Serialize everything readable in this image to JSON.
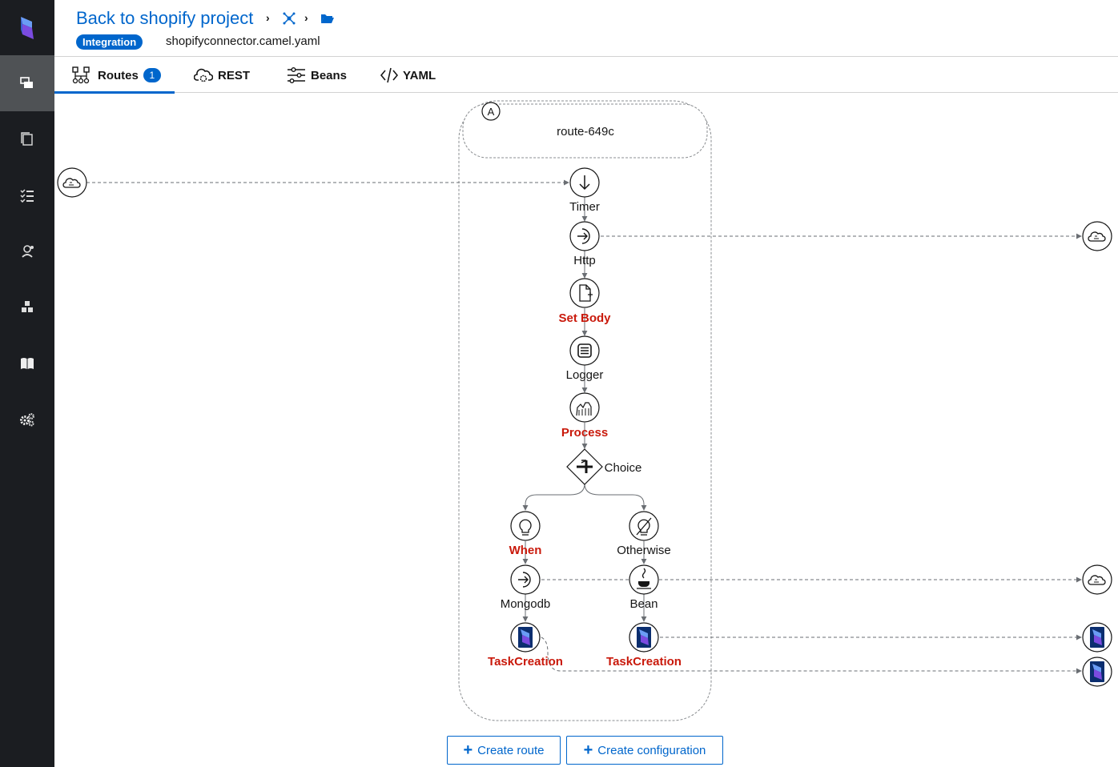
{
  "header": {
    "back_link": "Back to shopify project",
    "badge": "Integration",
    "file_name": "shopifyconnector.camel.yaml"
  },
  "tabs": [
    {
      "label": "Routes",
      "count": "1",
      "icon": "routes-icon",
      "active": true
    },
    {
      "label": "REST",
      "icon": "cloud-rest-icon",
      "active": false
    },
    {
      "label": "Beans",
      "icon": "beans-icon",
      "active": false
    },
    {
      "label": "YAML",
      "icon": "code-icon",
      "active": false
    }
  ],
  "sidebar": {
    "items": [
      {
        "icon": "integrations-icon",
        "active": true
      },
      {
        "icon": "copy-icon",
        "active": false
      },
      {
        "icon": "tasks-list-icon",
        "active": false
      },
      {
        "icon": "knowledge-icon",
        "active": false
      },
      {
        "icon": "cubes-icon",
        "active": false
      },
      {
        "icon": "book-icon",
        "active": false
      },
      {
        "icon": "settings-icon",
        "active": false
      }
    ]
  },
  "route": {
    "badge": "A",
    "name": "route-649c"
  },
  "nodes": {
    "timer": "Timer",
    "http": "Http",
    "set_body": "Set Body",
    "logger": "Logger",
    "process": "Process",
    "choice": "Choice",
    "when": "When",
    "otherwise": "Otherwise",
    "mongodb": "Mongodb",
    "bean": "Bean",
    "task_creation_left": "TaskCreation",
    "task_creation_right": "TaskCreation"
  },
  "buttons": {
    "create_route": "Create route",
    "create_configuration": "Create configuration"
  },
  "colors": {
    "accent": "#0066cc",
    "error": "#c9190b",
    "sidebar_bg": "#1b1d21"
  }
}
